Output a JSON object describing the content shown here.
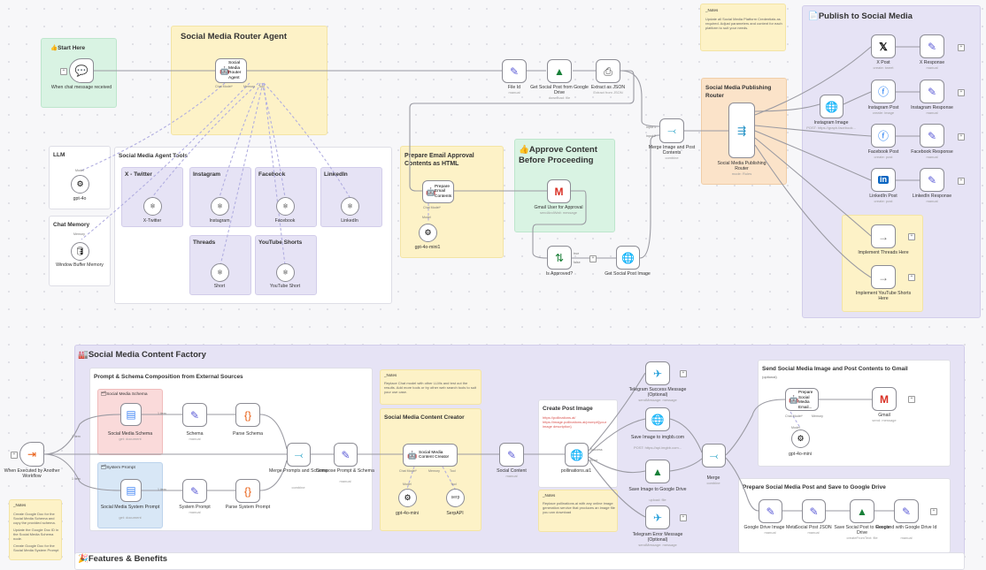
{
  "stickies": {
    "start_here": "👍Start Here",
    "router_agent": "Social Media Router Agent",
    "llm": "LLM",
    "chat_memory": "Chat Memory",
    "agent_tools": "Social Media Agent Tools",
    "x_twitter": "X - Twitter",
    "instagram": "Instagram",
    "facebook": "Facebook",
    "linkedin": "LinkedIn",
    "threads": "Threads",
    "youtube": "YouTube Shorts",
    "email_approval": "Prepare Email Approval Contents as HTML",
    "approve_content": "👍Approve Content Before Proceeding",
    "publishing_router": "Social Media Publishing Router",
    "notes_top": "_Notes",
    "notes_top_text": "Update all Social Media Platform Credentials as required. Adjust parameters and content for each platform to suit your needs.",
    "publish": "📄Publish to Social Media",
    "content_factory": "🏭Social Media Content Factory",
    "prompt_schema": "Prompt & Schema Composition from External Sources",
    "schema_box": "🗂Social Media Schema",
    "prompt_box": "🗂System Prompt",
    "notes_mid": "_Notes",
    "notes_mid_text": "Replace Chat model with other LLMs and test out the results. Add more tools or try other web search tools to suit your use case.",
    "content_creator": "Social Media Content Creator",
    "post_image": "Create Post Image",
    "post_image_text": "https://pollinations.ai/ https://image.pollinations.ai/prompt/{your image description}",
    "notes_img": "_Notes",
    "notes_img_text": "Replace pollinations.ai with any online image generation service that produces an image file you can download",
    "send_gmail": "Send Social Media Image and Post Contents to Gmail",
    "send_gmail_sub": "(optional)",
    "save_drive": "Prepare Social Media Post and Save to Google Drive",
    "features": "🎉Features & Benefits",
    "left_notes": "_Notes",
    "left_notes_items": [
      "Create Google Doc for the Social Media Schema and copy the provided schema.",
      "Update the Google Doc ID in the Social Media Schema node.",
      "Create Google Doc for the Social Media System Prompt"
    ]
  },
  "nodes": {
    "chat_trigger": {
      "label": "When chat message received"
    },
    "router_agent": {
      "label": "Social Media Router Agent"
    },
    "gpt4o": {
      "label": "gpt-4o"
    },
    "window_memory": {
      "label": "Window Buffer Memory"
    },
    "x_twitter": {
      "label": "X-Twitter"
    },
    "instagram": {
      "label": "Instagram"
    },
    "facebook": {
      "label": "Facebook"
    },
    "linkedin": {
      "label": "LinkedIn"
    },
    "short": {
      "label": "Short"
    },
    "youtube_short": {
      "label": "YouTube Short"
    },
    "file_id": {
      "label": "File Id",
      "sub": "manual"
    },
    "get_social_post": {
      "label": "Get Social Post from Google Drive",
      "sub": "download: file"
    },
    "extract_json": {
      "label": "Extract as JSON",
      "sub": "Extract from JSON"
    },
    "prepare_email": {
      "label": "Prepare Email Contents"
    },
    "gpt4o_mini_1": {
      "label": "gpt-4o-mini1"
    },
    "gmail_approval": {
      "label": "Gmail User for Approval",
      "sub": "sendAndWait: message"
    },
    "is_approved": {
      "label": "Is Approved?"
    },
    "get_post_image": {
      "label": "Get Social Post Image"
    },
    "merge_image_post": {
      "label": "Merge Image and Post Contents",
      "sub": "combine"
    },
    "publishing_router": {
      "label": "Social Media Publishing Router",
      "sub": "mode: Rules"
    },
    "instagram_image": {
      "label": "Instagram Image",
      "sub": "POST: https://graph.facebook..."
    },
    "x_post": {
      "label": "X Post",
      "sub": "create: tweet"
    },
    "x_response": {
      "label": "X Response",
      "sub": "manual"
    },
    "instagram_post": {
      "label": "Instagram Post",
      "sub": "create: image"
    },
    "instagram_response": {
      "label": "Instagram Response",
      "sub": "manual"
    },
    "facebook_post": {
      "label": "Facebook Post",
      "sub": "create: post"
    },
    "facebook_response": {
      "label": "Facebook Response",
      "sub": "manual"
    },
    "linkedin_post": {
      "label": "LinkedIn Post",
      "sub": "create: post"
    },
    "linkedin_response": {
      "label": "LinkedIn Response",
      "sub": "manual"
    },
    "threads": {
      "label": "Implement Threads Here"
    },
    "youtube_shorts": {
      "label": "Implement YouTube Shorts Here"
    },
    "exec_trigger": {
      "label": "When Executed by Another Workflow"
    },
    "schema_doc": {
      "label": "Social Media Schema",
      "sub": "get: document"
    },
    "schema_set": {
      "label": "Schema",
      "sub": "manual"
    },
    "parse_schema": {
      "label": "Parse Schema"
    },
    "prompt_doc": {
      "label": "Social Media System Prompt",
      "sub": "get: document"
    },
    "system_prompt": {
      "label": "System Prompt",
      "sub": "manual"
    },
    "parse_prompt": {
      "label": "Parse System Prompt"
    },
    "merge_prompts": {
      "label": "Merge Prompts and Schema",
      "sub": "combine"
    },
    "compose_prompt": {
      "label": "Compose Prompt & Schema",
      "sub": "manual"
    },
    "content_creator": {
      "label": "Social Media Content Creator"
    },
    "gpt4o_mini": {
      "label": "gpt-4o-mini"
    },
    "serpapi": {
      "label": "SerpAPI"
    },
    "social_content": {
      "label": "Social Content",
      "sub": "manual"
    },
    "pollinations": {
      "label": "pollinations.ai1"
    },
    "telegram_success": {
      "label": "Telegram Success Message (Optional)",
      "sub": "sendMessage: message"
    },
    "imgbb": {
      "label": "Save Image to imgbb.com",
      "sub": "POST: https://api.imgbb.com..."
    },
    "drive_image": {
      "label": "Save Image to Google Drive",
      "sub": "upload: file"
    },
    "telegram_error": {
      "label": "Telegram Error Message (Optional)",
      "sub": "sendMessage: message"
    },
    "merge": {
      "label": "Merge",
      "sub": "combine"
    },
    "prepare_gmail": {
      "label": "Prepare Social Media Email..."
    },
    "gmail": {
      "label": "Gmail",
      "sub": "send: message"
    },
    "gpt4o_mini_2": {
      "label": "gpt-4o-mini"
    },
    "drive_meta": {
      "label": "Google Drive Image Meta",
      "sub": "manual"
    },
    "post_json": {
      "label": "Social Post JSON",
      "sub": "manual"
    },
    "save_post_drive": {
      "label": "Save Social Post to Google Drive",
      "sub": "createFromText: file"
    },
    "respond_drive": {
      "label": "Respond with Google Drive Id",
      "sub": "manual"
    }
  },
  "port_labels": {
    "chat_model": "Chat Model*",
    "memory": "Memory",
    "tool": "Tool",
    "model": "Model",
    "input1": "Input 1",
    "input2": "Input 2",
    "true": "true",
    "false": "false",
    "item": "1 item",
    "success": "Success",
    "error": "Error"
  },
  "icons": {
    "chat": "chat-bubbles-icon",
    "robot": "robot-icon",
    "openai": "openai-icon",
    "memory": "database-icon",
    "tool": "workflow-tool-icon",
    "pen": "pen-icon",
    "drive": "google-drive-icon",
    "extract": "extract-file-icon",
    "merge": "merge-icon",
    "switch": "switch-router-icon",
    "gmail": "gmail-icon",
    "if": "if-branch-icon",
    "http": "globe-icon",
    "x": "x-logo-icon",
    "linkedin": "linkedin-logo-icon",
    "facebook": "facebook-logo-icon",
    "instagram": "instagram-logo-icon",
    "noop": "arrow-right-icon",
    "telegram": "telegram-icon",
    "docs": "google-docs-icon",
    "code": "braces-icon",
    "serp": "serpapi-icon",
    "exec": "execute-trigger-icon"
  }
}
